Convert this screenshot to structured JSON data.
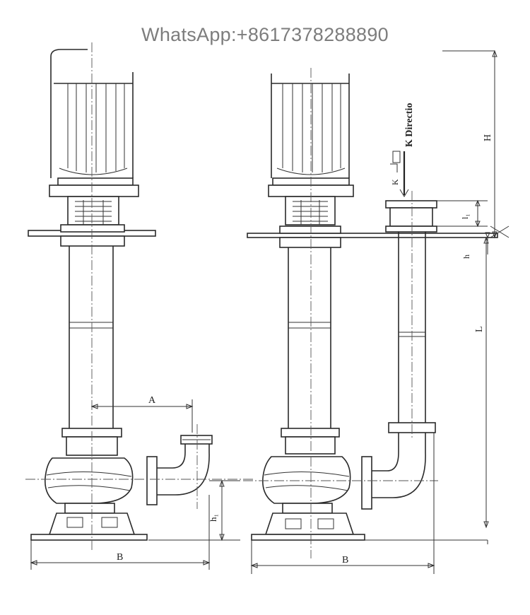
{
  "watermark": {
    "text": "WhatsApp:+8617378288890"
  },
  "labels": {
    "A": "A",
    "B_left": "B",
    "B_right": "B",
    "h1": "h₁",
    "H": "H",
    "L": "L",
    "h": "h",
    "l1": "l₁",
    "k": "K",
    "direction": "K Directio"
  },
  "colors": {
    "line": "#2a2a2a",
    "watermark": "#7d7d7d",
    "background": "#ffffff"
  }
}
